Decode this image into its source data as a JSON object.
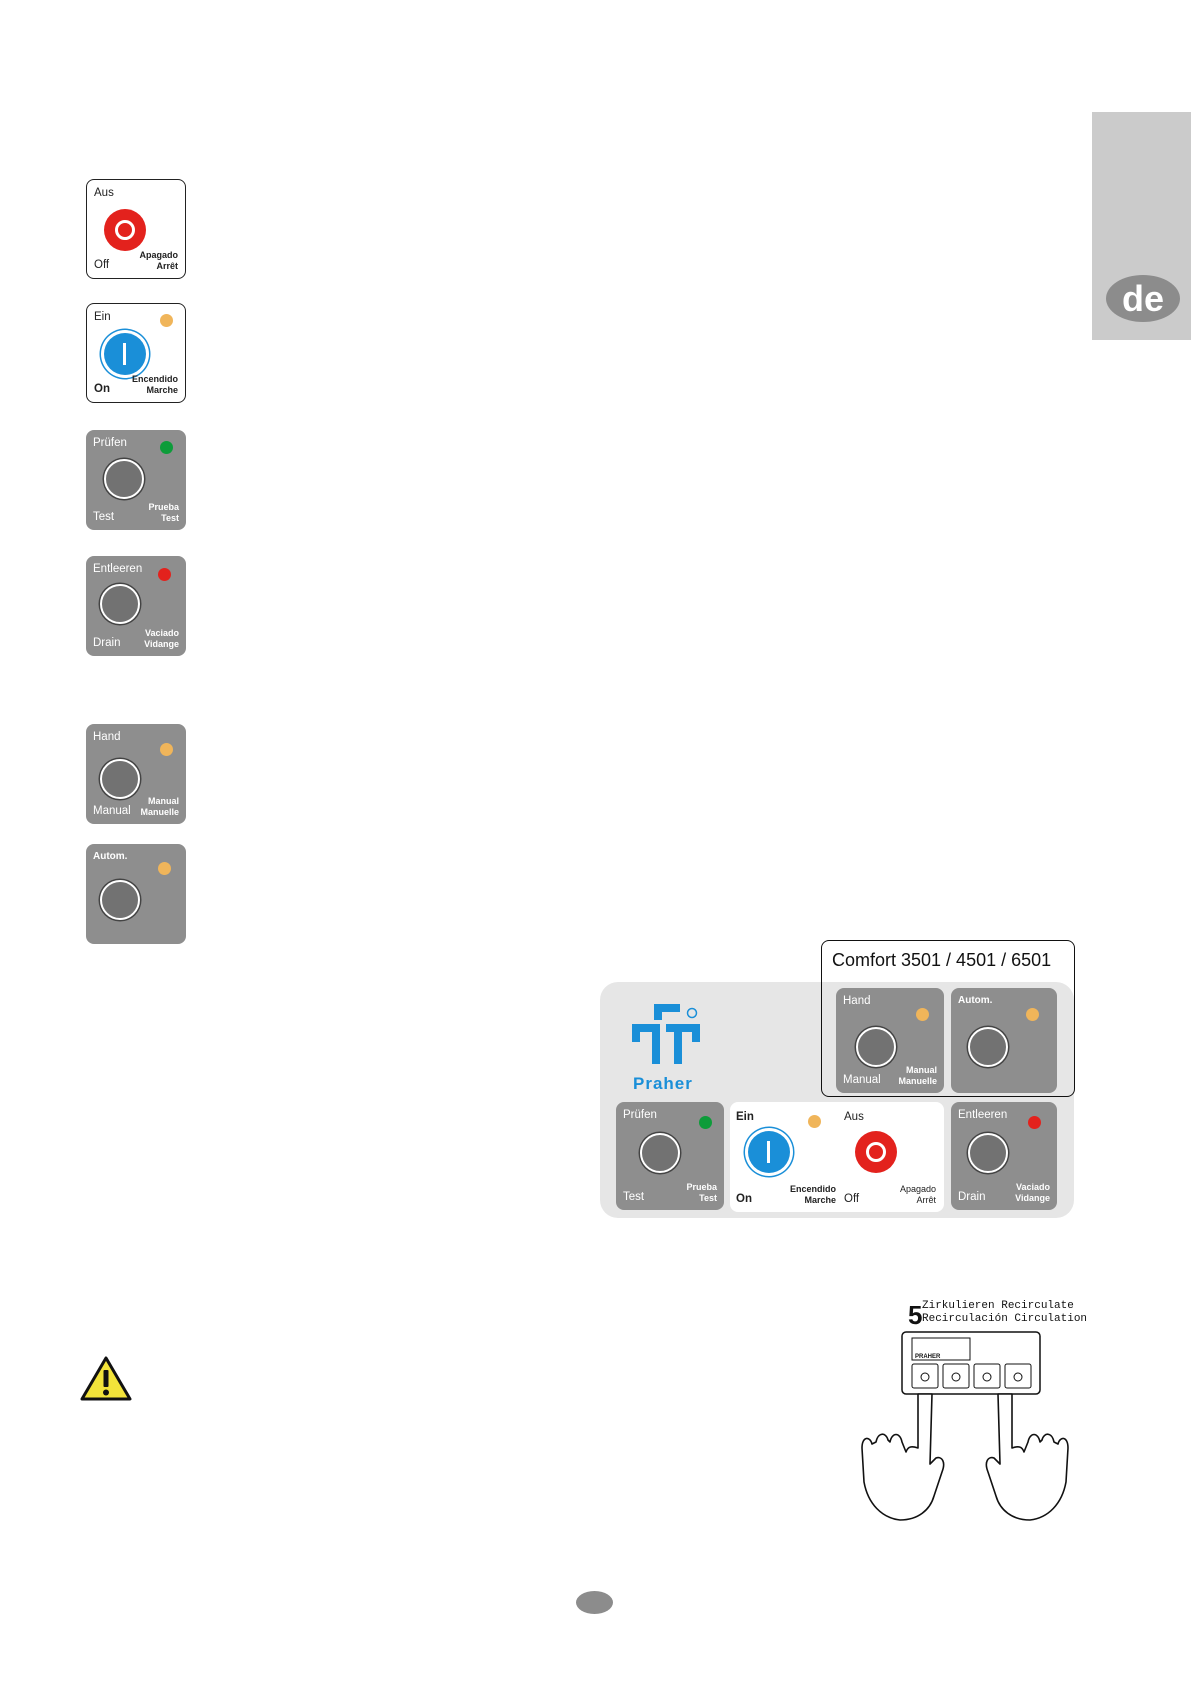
{
  "language_tab": {
    "label": "de",
    "color": "#cbcbcb"
  },
  "tiles": {
    "off": {
      "top": "Aus",
      "bottom": "Off",
      "side": [
        "Apagado",
        "Arrêt"
      ]
    },
    "on": {
      "top": "Ein",
      "bottom": "On",
      "side": [
        "Encendido",
        "Marche"
      ]
    },
    "test": {
      "top": "Prüfen",
      "bottom": "Test",
      "side": [
        "Prueba",
        "Test"
      ]
    },
    "drain": {
      "top": "Entleeren",
      "bottom": "Drain",
      "side": [
        "Vaciado",
        "Vidange"
      ]
    },
    "manual": {
      "top": "Hand",
      "bottom": "Manual",
      "side": [
        "Manual",
        "Manuelle"
      ]
    },
    "auto": {
      "top": "Autom."
    }
  },
  "panel": {
    "comfort_title": "Comfort 3501 / 4501 / 6501",
    "brand": "Praher",
    "registered_mark": "®"
  },
  "hands_figure": {
    "number": "5",
    "line1": "Zirkulieren Recirculate",
    "line2": "Recirculación Circulation",
    "brand": "PRAHER"
  },
  "icons": [
    "warning-icon",
    "power-off-icon",
    "power-on-icon",
    "praher-logo",
    "hands-illustration"
  ],
  "colors": {
    "led_amber": "#f0b55a",
    "led_green": "#0d9c3a",
    "led_red": "#e3221d",
    "on_blue": "#1a8fd8",
    "tile_gray": "#8e8e8e"
  }
}
